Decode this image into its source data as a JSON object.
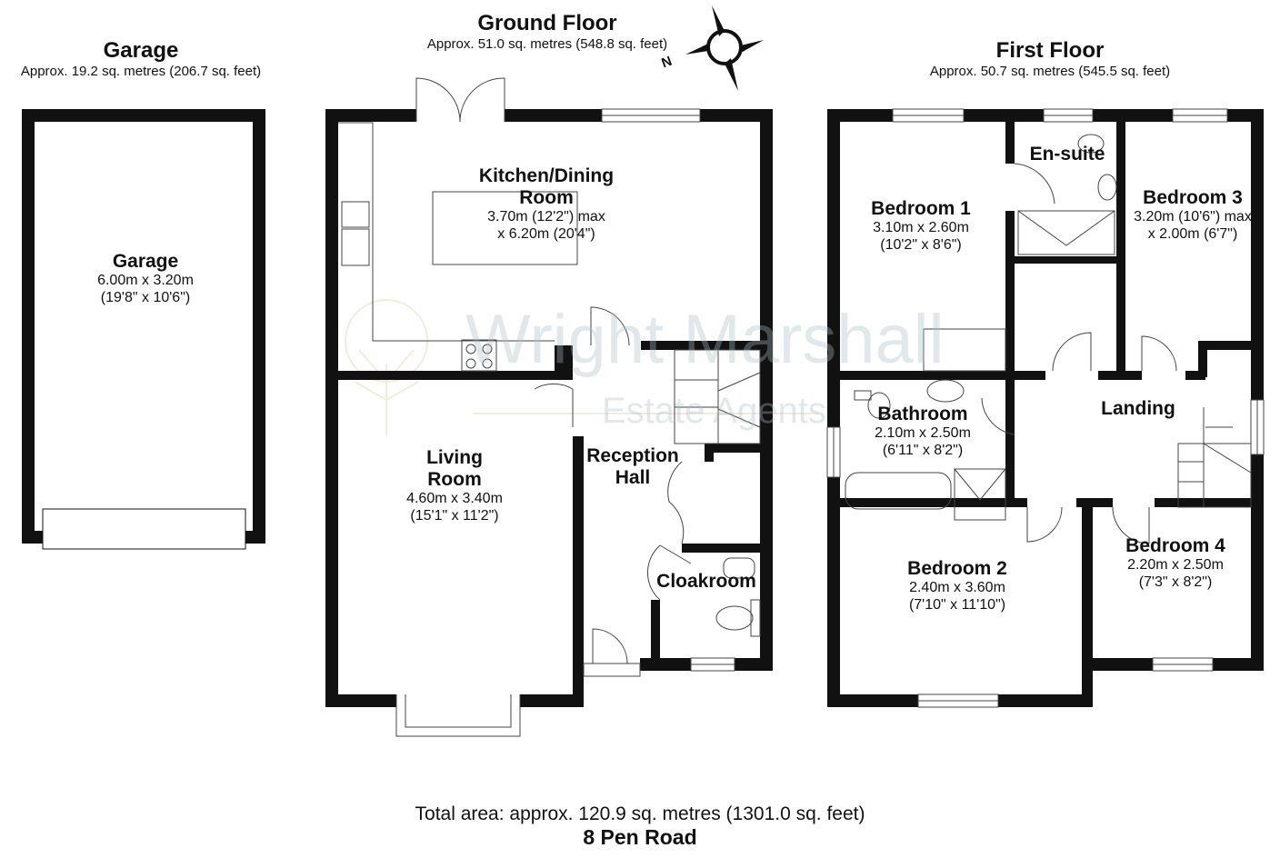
{
  "floors": {
    "garage": {
      "title": "Garage",
      "area": "Approx. 19.2 sq. metres (206.7 sq. feet)"
    },
    "ground": {
      "title": "Ground Floor",
      "area": "Approx. 51.0 sq. metres (548.8 sq. feet)"
    },
    "first": {
      "title": "First Floor",
      "area": "Approx. 50.7 sq. metres (545.5 sq. feet)"
    }
  },
  "rooms": {
    "garage": {
      "name": "Garage",
      "dim1": "6.00m x 3.20m",
      "dim2": "(19'8\" x 10'6\")"
    },
    "kitchen": {
      "name1": "Kitchen/Dining",
      "name2": "Room",
      "dim1": "3.70m (12'2\") max",
      "dim2": "x 6.20m (20'4\")"
    },
    "living": {
      "name1": "Living",
      "name2": "Room",
      "dim1": "4.60m x 3.40m",
      "dim2": "(15'1\" x 11'2\")"
    },
    "reception": {
      "name1": "Reception",
      "name2": "Hall"
    },
    "cloakroom": {
      "name": "Cloakroom"
    },
    "bedroom1": {
      "name": "Bedroom 1",
      "dim1": "3.10m x 2.60m",
      "dim2": "(10'2\" x 8'6\")"
    },
    "ensuite": {
      "name": "En-suite"
    },
    "bedroom3": {
      "name": "Bedroom 3",
      "dim1": "3.20m (10'6\") max",
      "dim2": "x 2.00m (6'7\")"
    },
    "bathroom": {
      "name": "Bathroom",
      "dim1": "2.10m x 2.50m",
      "dim2": "(6'11\" x 8'2\")"
    },
    "landing": {
      "name": "Landing"
    },
    "bedroom2": {
      "name": "Bedroom 2",
      "dim1": "2.40m x 3.60m",
      "dim2": "(7'10\" x 11'10\")"
    },
    "bedroom4": {
      "name": "Bedroom 4",
      "dim1": "2.20m x 2.50m",
      "dim2": "(7'3\" x 8'2\")"
    }
  },
  "compass": {
    "label": "N"
  },
  "watermark": {
    "line1": "Wright Marshall",
    "line2": "Estate Agents"
  },
  "footer": {
    "total": "Total area: approx. 120.9 sq. metres (1301.0 sq. feet)",
    "address": "8 Pen Road"
  }
}
